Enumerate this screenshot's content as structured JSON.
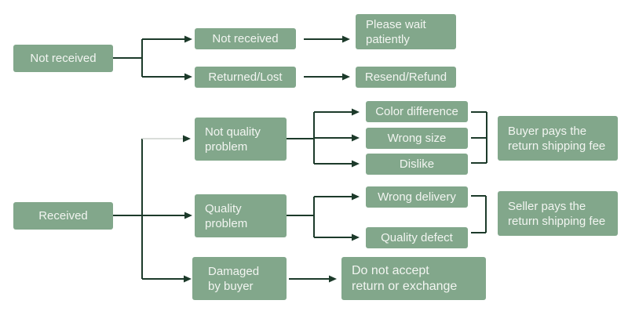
{
  "diagram": {
    "type": "flowchart",
    "colors": {
      "background": "#ffffff",
      "box_fill": "#82a78b",
      "box_text": "#f2f5f1",
      "line": "#1c3a2a",
      "light_line": "#cdd2cd"
    },
    "nodes": {
      "not_received_root": {
        "label": "Not received"
      },
      "not_received_sub": {
        "label": "Not received"
      },
      "returned_lost": {
        "label": "Returned/Lost"
      },
      "please_wait": {
        "label": "Please wait\npatiently"
      },
      "resend_refund": {
        "label": "Resend/Refund"
      },
      "received_root": {
        "label": "Received"
      },
      "not_quality_problem": {
        "label": "Not quality\nproblem"
      },
      "quality_problem": {
        "label": "Quality\nproblem"
      },
      "damaged_by_buyer": {
        "label": "Damaged\nby buyer"
      },
      "color_difference": {
        "label": "Color difference"
      },
      "wrong_size": {
        "label": "Wrong size"
      },
      "dislike": {
        "label": "Dislike"
      },
      "wrong_delivery": {
        "label": "Wrong delivery"
      },
      "quality_defect": {
        "label": "Quality defect"
      },
      "buyer_pays": {
        "label": "Buyer pays the\nreturn shipping fee"
      },
      "seller_pays": {
        "label": "Seller pays the\nreturn shipping fee"
      },
      "do_not_accept": {
        "label": "Do not accept\nreturn or exchange"
      }
    },
    "edges": [
      {
        "from": "not_received_root",
        "to": "not_received_sub"
      },
      {
        "from": "not_received_root",
        "to": "returned_lost"
      },
      {
        "from": "not_received_sub",
        "to": "please_wait"
      },
      {
        "from": "returned_lost",
        "to": "resend_refund"
      },
      {
        "from": "received_root",
        "to": "not_quality_problem"
      },
      {
        "from": "received_root",
        "to": "quality_problem"
      },
      {
        "from": "received_root",
        "to": "damaged_by_buyer"
      },
      {
        "from": "not_quality_problem",
        "to": "color_difference"
      },
      {
        "from": "not_quality_problem",
        "to": "wrong_size"
      },
      {
        "from": "not_quality_problem",
        "to": "dislike"
      },
      {
        "from": "quality_problem",
        "to": "wrong_delivery"
      },
      {
        "from": "quality_problem",
        "to": "quality_defect"
      },
      {
        "from": "damaged_by_buyer",
        "to": "do_not_accept"
      },
      {
        "from": "color_difference",
        "to": "buyer_pays"
      },
      {
        "from": "wrong_size",
        "to": "buyer_pays"
      },
      {
        "from": "dislike",
        "to": "buyer_pays"
      },
      {
        "from": "wrong_delivery",
        "to": "seller_pays"
      },
      {
        "from": "quality_defect",
        "to": "seller_pays"
      }
    ]
  }
}
